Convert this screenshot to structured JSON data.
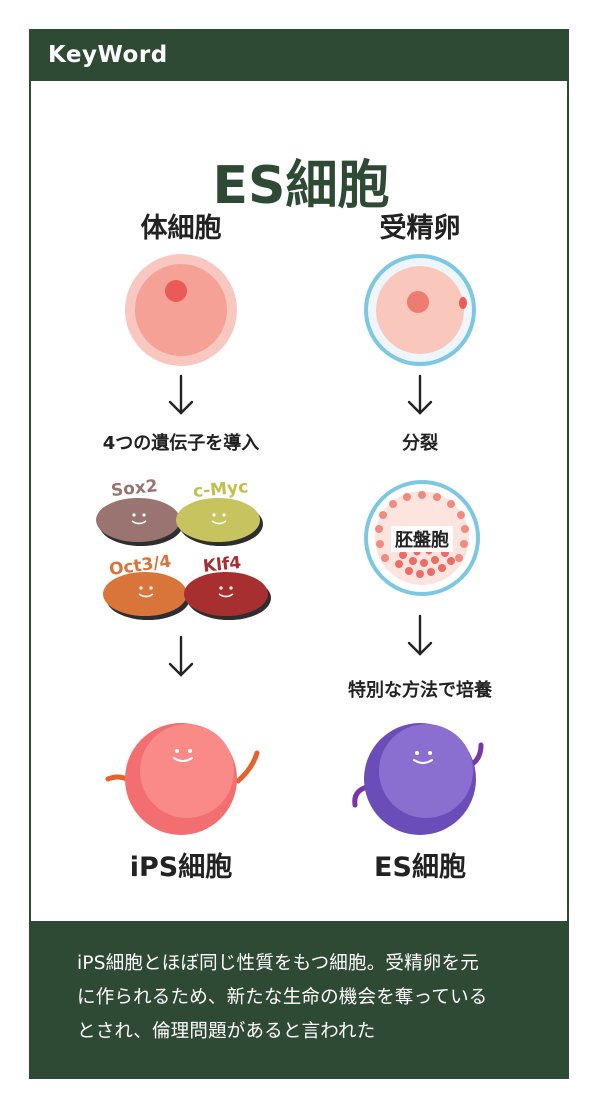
{
  "header": {
    "keyword_label": "KeyWord"
  },
  "main": {
    "title": "ES細胞",
    "left_column": {
      "heading": "体細胞",
      "step": "4つの遺伝子を導入",
      "genes": [
        "Sox2",
        "c-Myc",
        "Oct3/4",
        "Klf4"
      ],
      "result": "iPS細胞"
    },
    "right_column": {
      "heading": "受精卵",
      "step1": "分裂",
      "blastocyst_label": "胚盤胞",
      "step2": "特別な方法で培養",
      "result": "ES細胞"
    }
  },
  "footer": {
    "lines": [
      "iPS細胞とほぼ同じ性質をもつ細胞。受精卵を元",
      "に作られるため、新たな生命の機会を奪っている",
      "とされ、倫理問題があると言われた"
    ]
  },
  "colors": {
    "dark_green": "#2f4a34",
    "ips_cell": "#f4777a",
    "es_cell": "#7b5fc4",
    "gene_sox2": "#9a7470",
    "gene_cmyc": "#c7c45f",
    "gene_oct34": "#d9753a",
    "gene_klf4": "#a82f2f"
  },
  "icons": [
    "down-arrow-icon",
    "smiley-face-icon"
  ]
}
